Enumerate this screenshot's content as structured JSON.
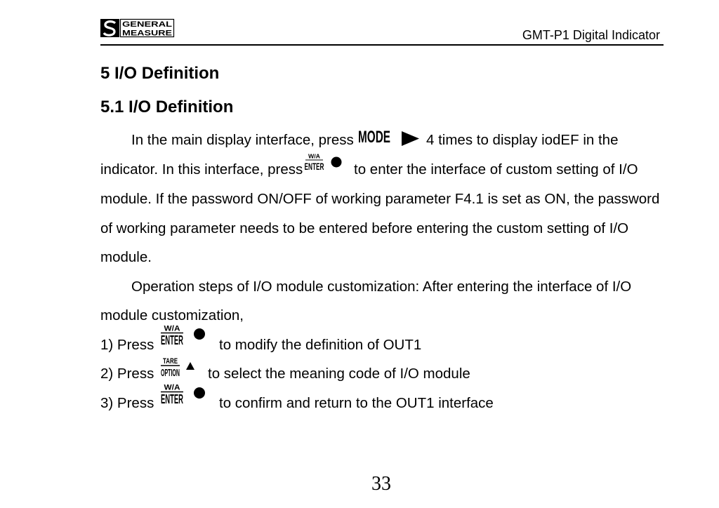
{
  "header": {
    "logo_line1": "GENERAL",
    "logo_line2": "MEASURE",
    "title": "GMT-P1 Digital Indicator"
  },
  "section": {
    "heading": "5 I/O Definition",
    "subheading": "5.1 I/O Definition"
  },
  "paragraph_1": {
    "line_1_before": "In the main display interface, press",
    "line_1_after": "4 times to display iodEF in the",
    "line_2_before": "indicator. In this interface, press",
    "line_2_after": "to enter the interface of custom setting of I/O",
    "line_3": "module. If the password ON/OFF of working parameter F4.1 is set as ON, the password",
    "line_4": "of working parameter needs to be entered before entering the custom setting of I/O",
    "line_5": "module."
  },
  "paragraph_2": {
    "line_1": "Operation steps of I/O module customization: After entering the interface of I/O",
    "line_2": "module customization,"
  },
  "inline_keys": {
    "mode_label": "MODE",
    "mode_symbol": "right-arrow-icon",
    "enter_top": "W/A",
    "enter_bottom": "ENTER",
    "enter_symbol": "dot-icon"
  },
  "steps": [
    {
      "label": "1) Press",
      "key_top": "W/A",
      "key_bottom": "ENTER",
      "key_symbol": "dot-icon",
      "text": "to modify the definition of OUT1"
    },
    {
      "label": "2) Press",
      "key_top": "TARE",
      "key_bottom": "OPTION",
      "key_symbol": "up-arrow-icon",
      "text": "to select the meaning code of I/O module"
    },
    {
      "label": "3) Press",
      "key_top": "W/A",
      "key_bottom": "ENTER",
      "key_symbol": "dot-icon",
      "text": "to confirm and return to the OUT1 interface"
    }
  ],
  "page_number": "33",
  "colors": {
    "text": "#000000",
    "background": "#ffffff"
  }
}
